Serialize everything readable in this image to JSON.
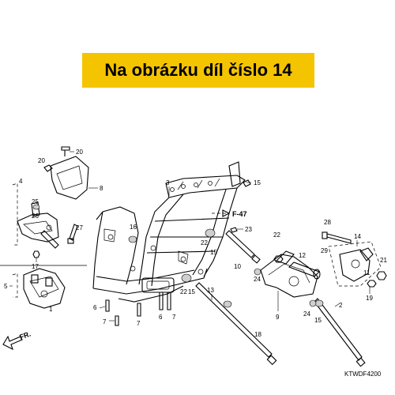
{
  "banner": {
    "text": "Na obrázku díl číslo 14",
    "color": "#f5c400"
  },
  "diagram_code": "KTWDF4200",
  "ref_label": "F-47",
  "front_label": "FR.",
  "callouts": [
    "1",
    "2",
    "3",
    "4",
    "5",
    "6",
    "7",
    "8",
    "9",
    "10",
    "11",
    "12",
    "13",
    "14",
    "15",
    "16",
    "17",
    "18",
    "19",
    "20",
    "21",
    "22",
    "23",
    "24",
    "25",
    "26",
    "27",
    "28",
    "29"
  ]
}
